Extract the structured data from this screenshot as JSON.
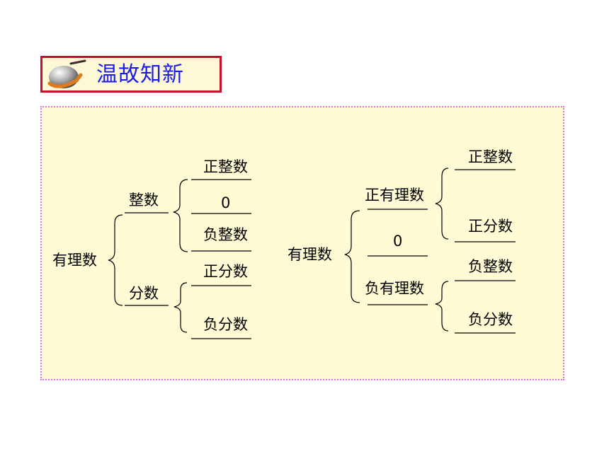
{
  "header": {
    "title": "温故知新"
  },
  "tree_left": {
    "root": "有理数",
    "integer": "整数",
    "fraction": "分数",
    "pos_integer": "正整数",
    "zero": "0",
    "neg_integer": "负整数",
    "pos_fraction": "正分数",
    "neg_fraction": "负分数"
  },
  "tree_right": {
    "root": "有理数",
    "positive": "正有理数",
    "zero": "0",
    "negative": "负有理数",
    "pos_integer": "正整数",
    "pos_fraction": "正分数",
    "neg_integer": "负整数",
    "neg_fraction": "负分数"
  },
  "colors": {
    "title_border": "#c8102e",
    "title_text": "#1c1ce8",
    "panel_bg": "#fffbd5",
    "panel_border": "#e070e0"
  }
}
